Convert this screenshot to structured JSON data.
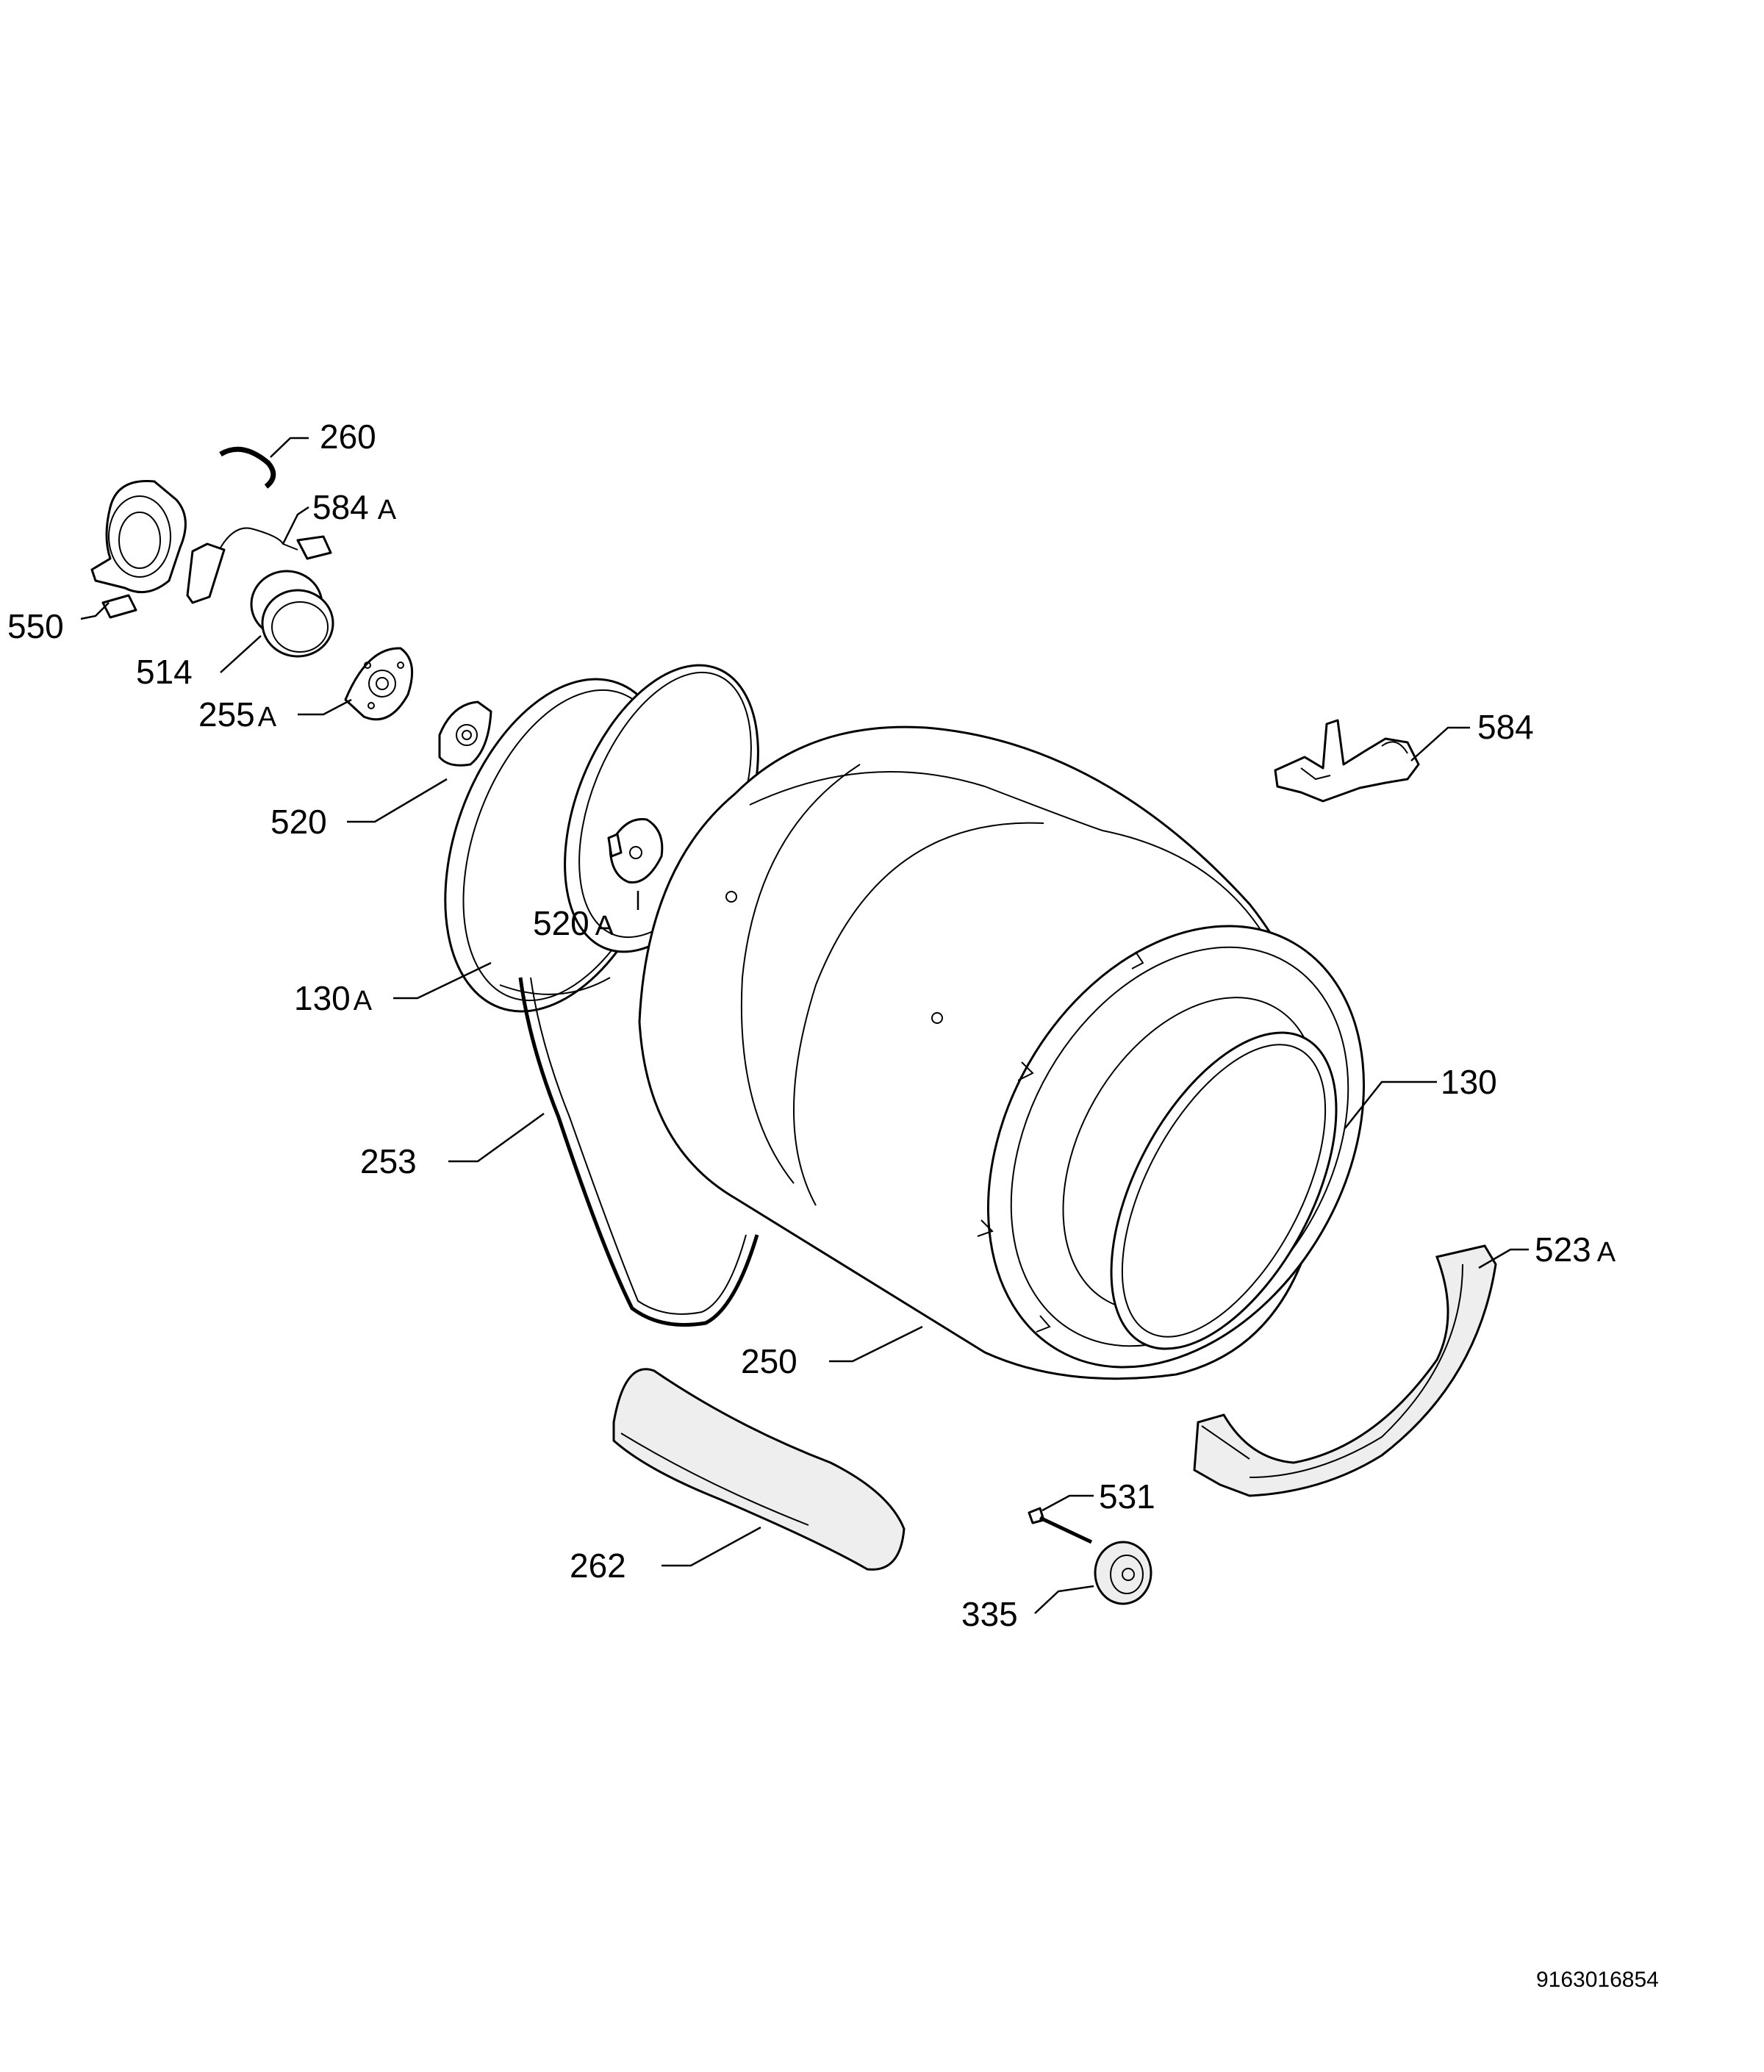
{
  "diagram": {
    "document_number": "9163016854",
    "callouts": [
      {
        "id": "260",
        "number": "260",
        "suffix": ""
      },
      {
        "id": "584A",
        "number": "584",
        "suffix": "A"
      },
      {
        "id": "550",
        "number": "550",
        "suffix": ""
      },
      {
        "id": "514",
        "number": "514",
        "suffix": ""
      },
      {
        "id": "255A",
        "number": "255",
        "suffix": "A"
      },
      {
        "id": "520",
        "number": "520",
        "suffix": ""
      },
      {
        "id": "584",
        "number": "584",
        "suffix": ""
      },
      {
        "id": "520A",
        "number": "520",
        "suffix": "A"
      },
      {
        "id": "130A",
        "number": "130",
        "suffix": "A"
      },
      {
        "id": "130",
        "number": "130",
        "suffix": ""
      },
      {
        "id": "253",
        "number": "253",
        "suffix": ""
      },
      {
        "id": "523A",
        "number": "523",
        "suffix": "A"
      },
      {
        "id": "250",
        "number": "250",
        "suffix": ""
      },
      {
        "id": "531",
        "number": "531",
        "suffix": ""
      },
      {
        "id": "262",
        "number": "262",
        "suffix": ""
      },
      {
        "id": "335",
        "number": "335",
        "suffix": ""
      }
    ]
  }
}
